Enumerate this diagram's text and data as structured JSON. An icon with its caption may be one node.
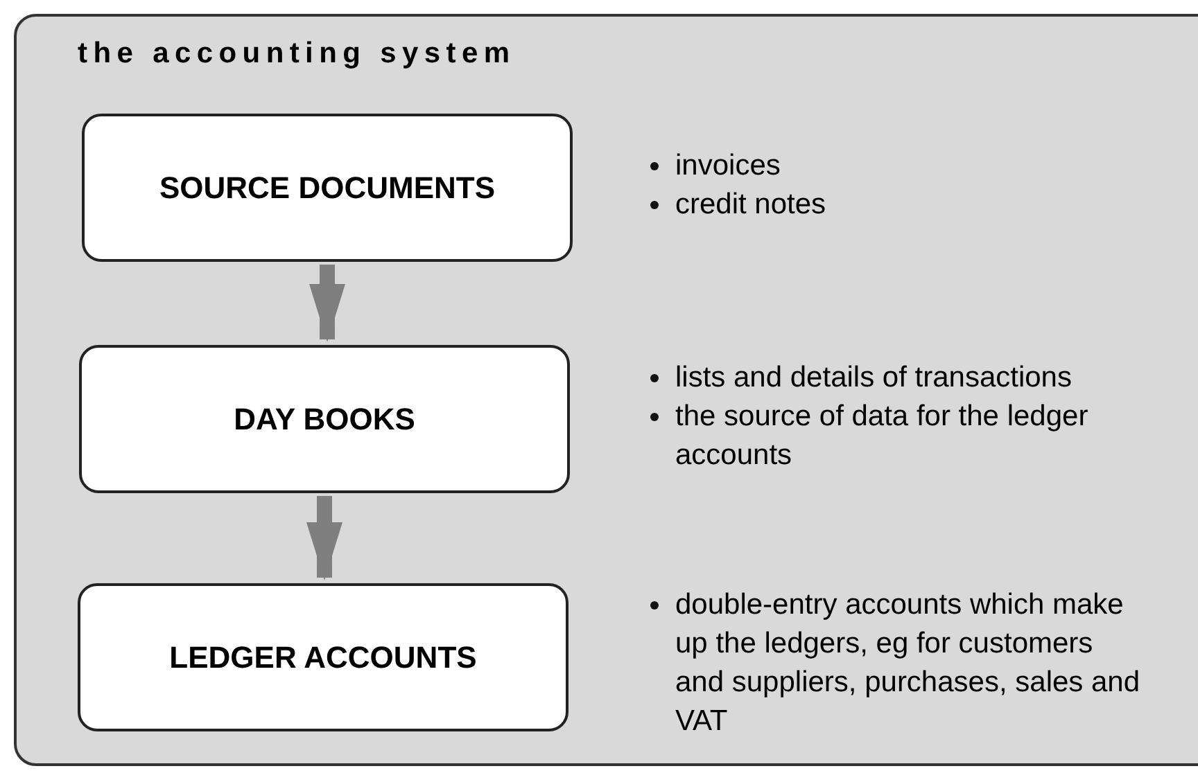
{
  "diagram": {
    "nodes": [
      {
        "text": [
          "the accounting system"
        ]
      },
      {
        "text": [
          "SOURCE DOCUMENTS"
        ],
        "in": 0,
        "beside": [
          "invoices",
          "credit notes"
        ]
      },
      {
        "text": [
          "DAY BOOKS"
        ],
        "in": 0,
        "beside": [
          "lists and details of transactions",
          "the source of data for the ledger accounts"
        ]
      },
      {
        "text": [
          "LEDGER ACCOUNTS"
        ],
        "in": 0,
        "beside": [
          "double-entry accounts which make up the ledgers, eg for customers and suppliers, purchases, sales and VAT"
        ]
      }
    ],
    "edges": [
      {
        "from": 1,
        "to": 2,
        "arrow": "to"
      },
      {
        "from": 2,
        "to": 3,
        "arrow": "to"
      }
    ]
  }
}
